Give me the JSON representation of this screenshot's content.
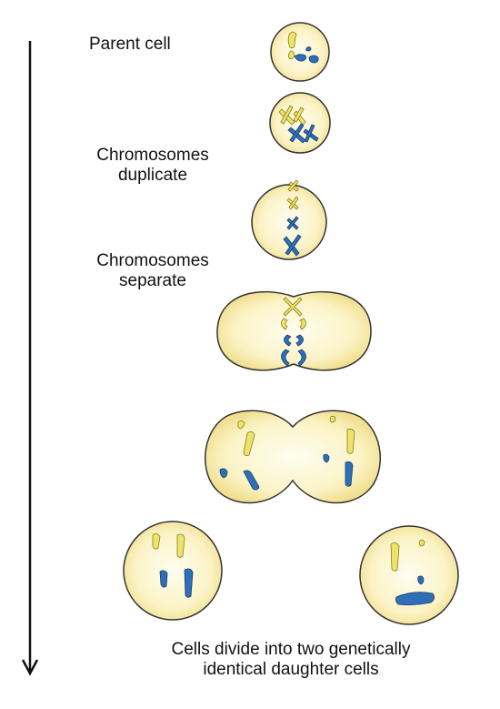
{
  "labels": {
    "parent_cell": "Parent cell",
    "duplicate_line1": "Chromosomes",
    "duplicate_line2": "duplicate",
    "separate_line1": "Chromosomes",
    "separate_line2": "separate",
    "final_line1": "Cells divide into two genetically",
    "final_line2": "identical daughter cells"
  },
  "colors": {
    "cell_fill": "#fbf3c2",
    "cell_outline": "#333333",
    "chromosome_yellow": "#ece46a",
    "chromosome_blue": "#2f6fb8",
    "arrow": "#111111"
  }
}
